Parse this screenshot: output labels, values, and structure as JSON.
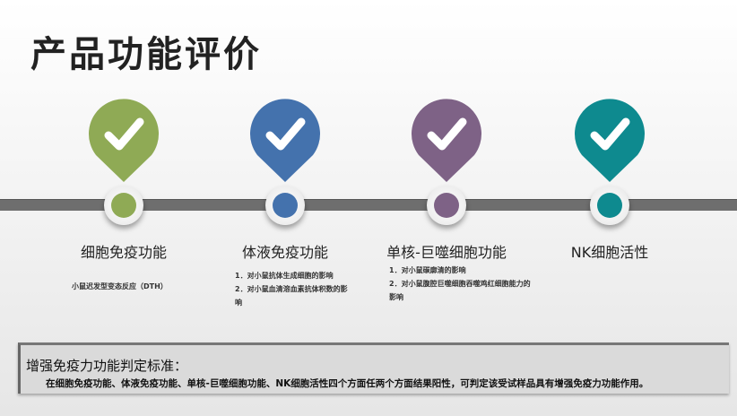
{
  "title": "产品功能评价",
  "items": [
    {
      "label": "细胞免疫功能",
      "color": "#8faa55",
      "icon": "checkmark-icon",
      "desc": [
        "小鼠迟发型变态反应（DTH）"
      ]
    },
    {
      "label": "体液免疫功能",
      "color": "#4472ad",
      "icon": "checkmark-icon",
      "desc": [
        "1．对小鼠抗体生成细胞的影响",
        "2．对小鼠血清溶血素抗体积数的影响"
      ]
    },
    {
      "label": "单核-巨噬细胞功能",
      "color": "#7e6286",
      "icon": "checkmark-icon",
      "desc": [
        "1．对小鼠碳廓清的影响",
        "2．对小鼠腹腔巨噬细胞吞噬鸡红细胞能力的影响"
      ]
    },
    {
      "label": "NK细胞活性",
      "color": "#0e8a8f",
      "icon": "checkmark-icon",
      "desc": []
    }
  ],
  "criteria": {
    "heading": "增强免疫力功能判定标准：",
    "text": "在细胞免疫功能、体液免疫功能、单核-巨噬细胞功能、NK细胞活性四个方面任两个方面结果阳性，可判定该受试样品具有增强免疫力功能作用。"
  }
}
